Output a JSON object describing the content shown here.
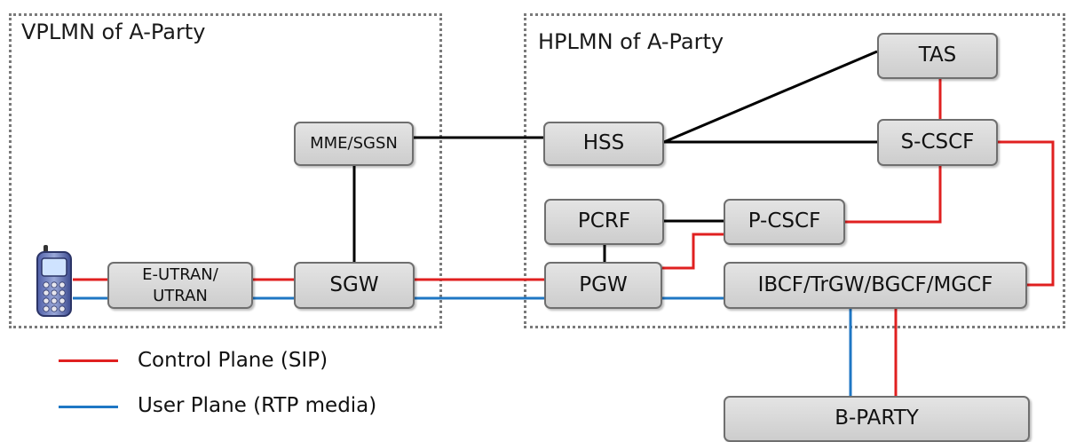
{
  "regions": {
    "vplmn": {
      "label": "VPLMN of A-Party"
    },
    "hplmn": {
      "label": "HPLMN of A-Party"
    }
  },
  "nodes": {
    "mme_sgsn": "MME/SGSN",
    "eutran": "E-UTRAN/\nUTRAN",
    "sgw": "SGW",
    "hss": "HSS",
    "tas": "TAS",
    "s_cscf": "S-CSCF",
    "pcrf": "PCRF",
    "p_cscf": "P-CSCF",
    "pgw": "PGW",
    "ibcf": "IBCF/TrGW/BGCF/MGCF",
    "b_party": "B-PARTY"
  },
  "legend": {
    "control": {
      "label": "Control Plane (SIP)",
      "color": "#e02020"
    },
    "user": {
      "label": "User Plane (RTP media)",
      "color": "#1f77c4"
    }
  },
  "colors": {
    "control_plane": "#e02020",
    "user_plane": "#1f77c4",
    "interface": "#000000"
  }
}
